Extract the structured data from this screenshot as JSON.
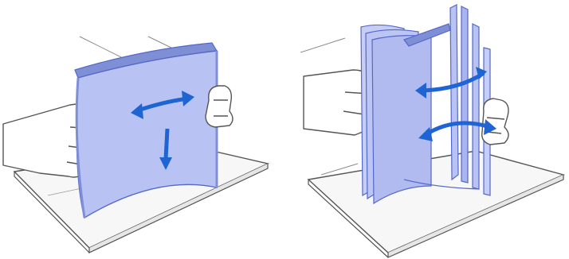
{
  "figure": {
    "panels": [
      {
        "id": "flex-stack",
        "actions": [
          "flex-left-right",
          "press-down"
        ]
      },
      {
        "id": "fan-stack",
        "actions": [
          "fan-top-bottom"
        ]
      }
    ]
  },
  "colors": {
    "paper": "#b9c3f3",
    "paper_shadow": "#7f8fd6",
    "paper_edge": "#5468c7",
    "arrow": "#1e64d2",
    "outline": "#555555",
    "platform": "#f7f7f7",
    "background": "#ffffff"
  },
  "icons": {
    "flex_arrow": "double-headed-curved-arrow",
    "press_arrow": "down-arrow",
    "fan_arrow": "curved-fan-arrow"
  }
}
